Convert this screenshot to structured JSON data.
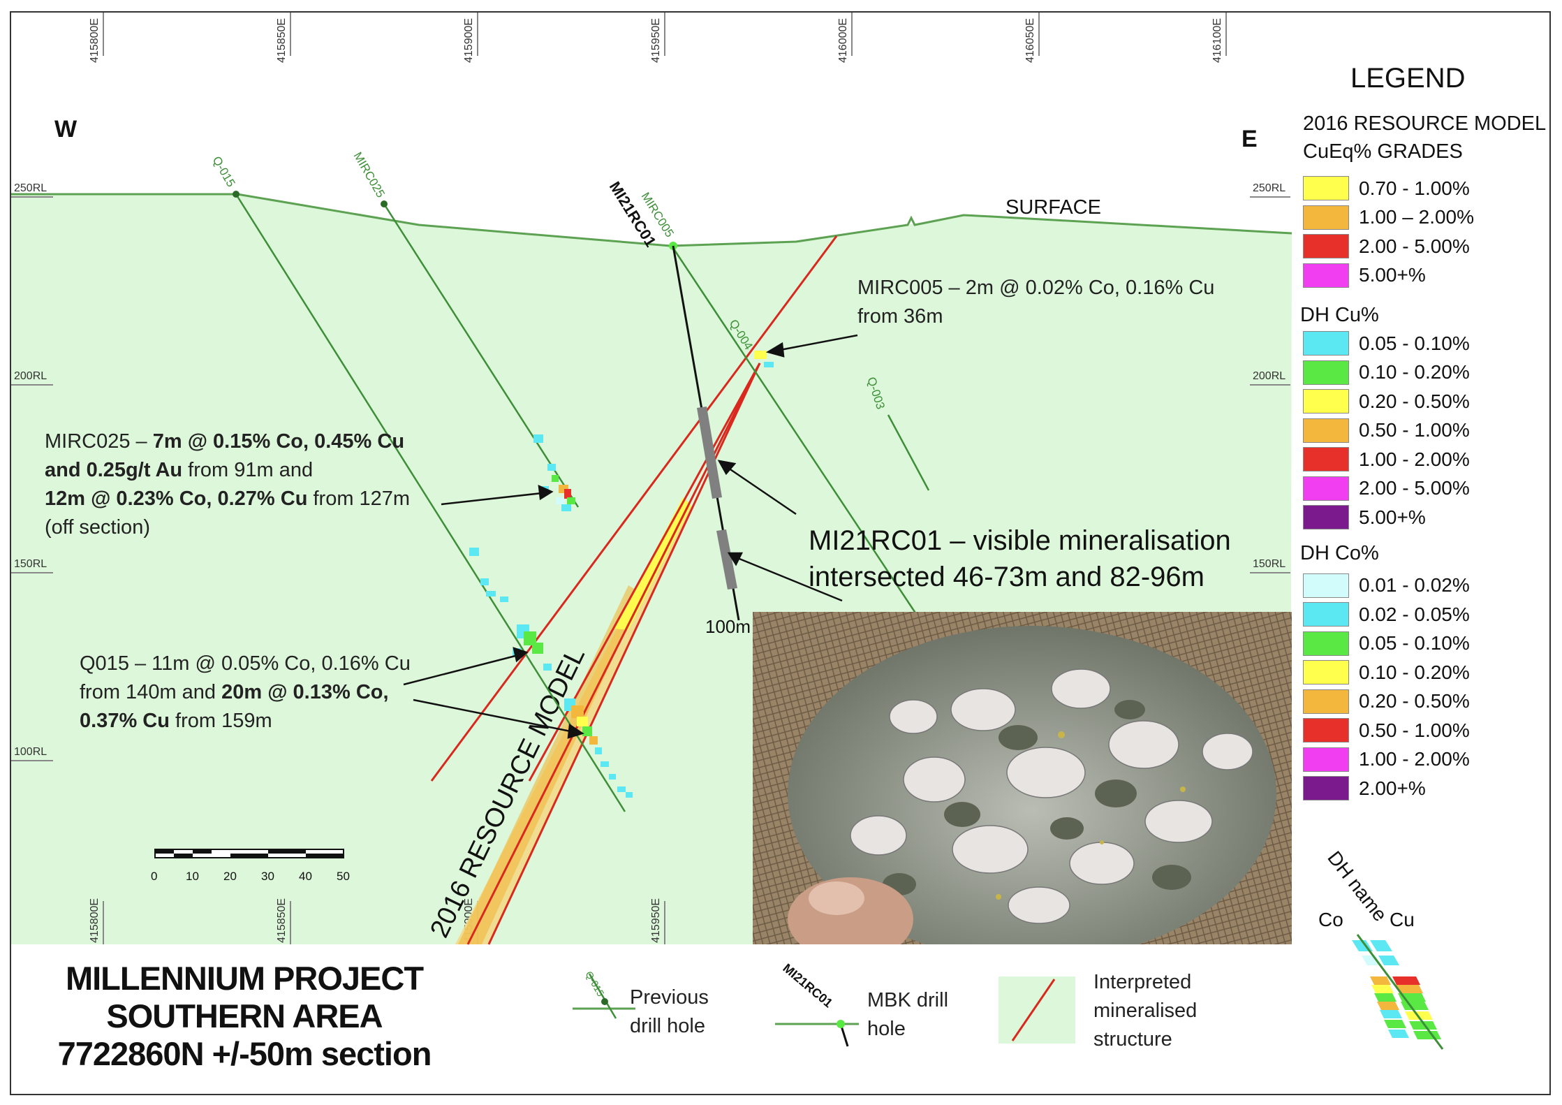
{
  "orientation": {
    "west": "W",
    "east": "E"
  },
  "eastings_top": [
    "415800E",
    "415850E",
    "415900E",
    "415950E",
    "416000E",
    "416050E",
    "416100E"
  ],
  "eastings_bottom": [
    "415800E",
    "415850E",
    "415900E",
    "415950E"
  ],
  "elevations_left": [
    "250RL",
    "200RL",
    "150RL",
    "100RL"
  ],
  "elevations_right": [
    "250RL",
    "200RL",
    "150RL"
  ],
  "surface_label": "SURFACE",
  "hole_labels": {
    "q015": "Q-015",
    "mirc025": "MIRC025",
    "mi21rc01": "MI21RC01",
    "mirc005": "MIRC005",
    "q004": "Q-004",
    "q003": "Q-003",
    "depth_100m": "100m"
  },
  "resource_model_label": "2016 RESOURCE MODEL",
  "callouts": {
    "mirc005": {
      "line1": "MIRC005 – 2m @ 0.02% Co, 0.16% Cu",
      "line2": "from 36m"
    },
    "mirc025": {
      "l1_a": "MIRC025 – ",
      "l1_b": "7m @ 0.15% Co, 0.45% Cu",
      "l2_b": "and 0.25g/t Au",
      "l2_a": " from 91m and",
      "l3_b": "12m @ 0.23% Co, 0.27% Cu",
      "l3_a": " from 127m",
      "l4": "(off section)"
    },
    "mi21rc01": {
      "line1": "MI21RC01 – visible mineralisation",
      "line2": "intersected 46-73m and 82-96m"
    },
    "q015": {
      "l1": "Q015 – 11m @ 0.05% Co, 0.16% Cu",
      "l2_a": "from 140m and ",
      "l2_b": "20m @ 0.13% Co,",
      "l3_b": "0.37% Cu",
      "l3_a": " from 159m"
    }
  },
  "scale_bar": {
    "ticks": [
      "0",
      "10",
      "20",
      "30",
      "40",
      "50"
    ]
  },
  "legend": {
    "title": "LEGEND",
    "resource_model": {
      "heading_line1": "2016 RESOURCE MODEL",
      "heading_line2": "CuEq% GRADES",
      "items": [
        {
          "label": "0.70 - 1.00%",
          "color": "#ffff4d"
        },
        {
          "label": "1.00 – 2.00%",
          "color": "#f2b73c"
        },
        {
          "label": "2.00 - 5.00%",
          "color": "#e8302a"
        },
        {
          "label": "5.00+%",
          "color": "#f03ef0"
        }
      ]
    },
    "dh_cu": {
      "heading": "DH Cu%",
      "items": [
        {
          "label": "0.05 - 0.10%",
          "color": "#5ce8f2"
        },
        {
          "label": "0.10 - 0.20%",
          "color": "#5ae845"
        },
        {
          "label": "0.20 - 0.50%",
          "color": "#ffff4d"
        },
        {
          "label": "0.50 - 1.00%",
          "color": "#f2b73c"
        },
        {
          "label": "1.00 - 2.00%",
          "color": "#e8302a"
        },
        {
          "label": "2.00 - 5.00%",
          "color": "#f03ef0"
        },
        {
          "label": "5.00+%",
          "color": "#7a1a8c"
        }
      ]
    },
    "dh_co": {
      "heading": "DH Co%",
      "items": [
        {
          "label": "0.01 - 0.02%",
          "color": "#d2fbfb"
        },
        {
          "label": "0.02 - 0.05%",
          "color": "#5ce8f2"
        },
        {
          "label": "0.05 - 0.10%",
          "color": "#5ae845"
        },
        {
          "label": "0.10 - 0.20%",
          "color": "#ffff4d"
        },
        {
          "label": "0.20 - 0.50%",
          "color": "#f2b73c"
        },
        {
          "label": "0.50 - 1.00%",
          "color": "#e8302a"
        },
        {
          "label": "1.00 - 2.00%",
          "color": "#f03ef0"
        },
        {
          "label": "2.00+%",
          "color": "#7a1a8c"
        }
      ]
    },
    "dh_key": {
      "name": "DH name",
      "co": "Co",
      "cu": "Cu"
    }
  },
  "footer": {
    "title_line1": "MILLENNIUM PROJECT",
    "title_line2": "SOUTHERN AREA",
    "title_line3": "7722860N +/-50m section",
    "previous_hole_line1": "Previous",
    "previous_hole_line2": "drill hole",
    "previous_hole_sample": "Q-015",
    "mbk_hole_line1": "MBK drill",
    "mbk_hole_line2": "hole",
    "mbk_hole_sample": "MI21RC01",
    "structure_line1": "Interpreted",
    "structure_line2": "mineralised",
    "structure_line3": "structure"
  },
  "colors": {
    "section_fill": "#ddf7da",
    "hole_green": "#3d8f37",
    "structure_red": "#d9281e",
    "mbk_hole": "#111111",
    "mineralisation_grey": "#808080"
  }
}
